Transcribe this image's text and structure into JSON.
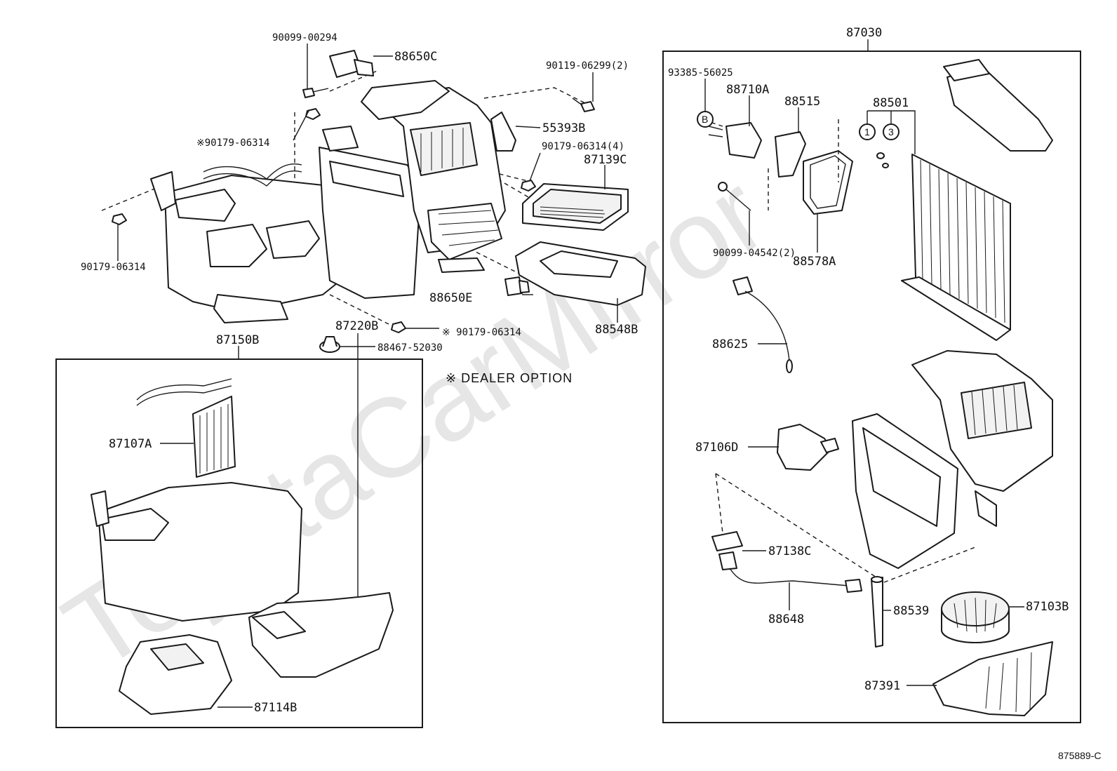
{
  "diagram": {
    "watermark": "ToyotaCarMirror",
    "reference_code": "875889-C",
    "legend_note": "※ DEALER OPTION"
  },
  "left_assembly": {
    "part_numbers": {
      "p90099_00294": "90099-00294",
      "p88650C": "88650C",
      "p90119_06299": "90119-06299(2)",
      "p55393B": "55393B",
      "p90179_06314_star_top": "※90179-06314",
      "p90179_06314_4": "90179-06314(4)",
      "p87139C": "87139C",
      "p90179_06314_left": "90179-06314",
      "p88650E": "88650E",
      "p88548B": "88548B",
      "p90179_06314_star_bottom": "※ 90179-06314",
      "p88467_52030": "88467-52030"
    }
  },
  "box_87150B": {
    "title": "87150B",
    "part_numbers": {
      "p87107A": "87107A",
      "p87220B": "87220B",
      "p87114B": "87114B"
    }
  },
  "box_87030": {
    "title": "87030",
    "part_numbers": {
      "p93385_56025": "93385-56025",
      "p88710A": "88710A",
      "p88515": "88515",
      "p88501": "88501",
      "marker_B": "B",
      "marker_1": "1",
      "marker_3": "3",
      "p90099_04542": "90099-04542(2)",
      "p88578A": "88578A",
      "p88625": "88625",
      "p87106D": "87106D",
      "p87138C": "87138C",
      "p88648": "88648",
      "p88539": "88539",
      "p87103B": "87103B",
      "p87391": "87391"
    }
  }
}
